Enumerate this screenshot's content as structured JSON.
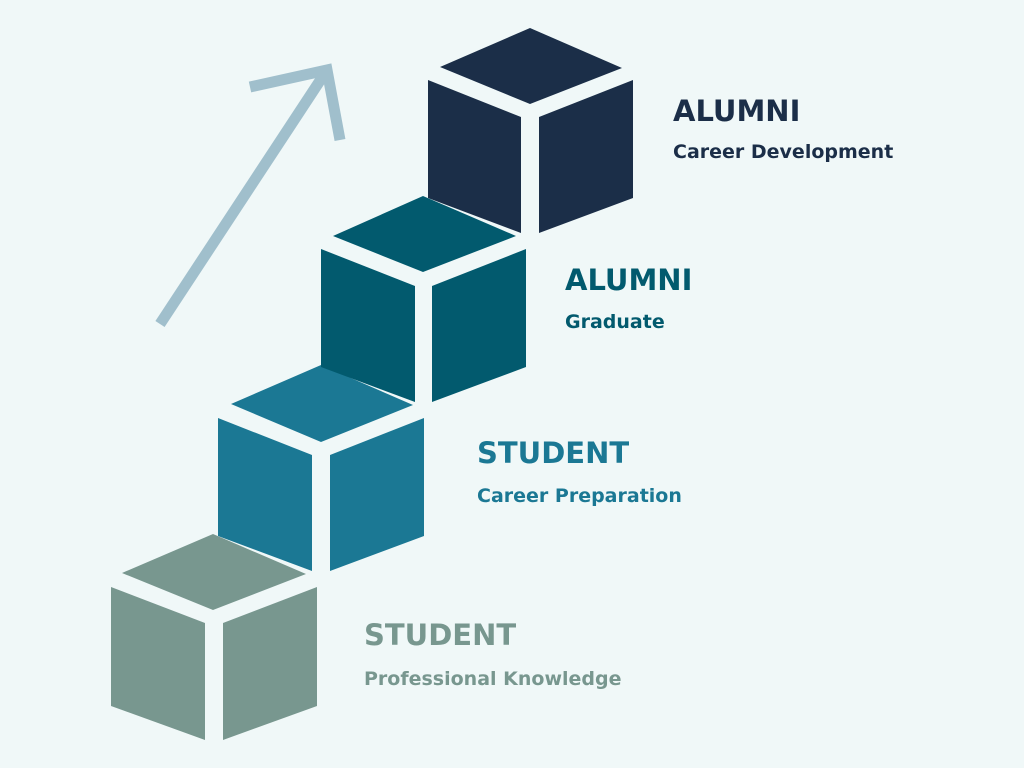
{
  "background_color": "#f0f8f8",
  "arrow": {
    "icon": "up-right-arrow-icon",
    "color": "#a0bfcc"
  },
  "steps": [
    {
      "title": "STUDENT",
      "subtitle": "Professional Knowledge",
      "color": "#78978f",
      "top_color": "#78978f",
      "side_color": "#78978f"
    },
    {
      "title": "STUDENT",
      "subtitle": "Career Preparation",
      "color": "#1b7894",
      "top_color": "#1b7894",
      "side_color": "#1b7894"
    },
    {
      "title": "ALUMNI",
      "subtitle": "Graduate",
      "color": "#025a6e",
      "top_color": "#025a6e",
      "side_color": "#025a6e"
    },
    {
      "title": "ALUMNI",
      "subtitle": "Career Development",
      "color": "#1b2e48",
      "top_color": "#1b2e48",
      "side_color": "#1b2e48"
    }
  ]
}
